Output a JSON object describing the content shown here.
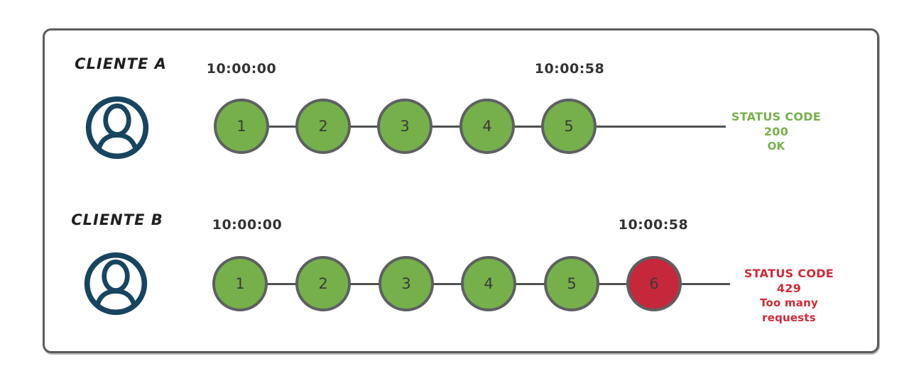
{
  "colors": {
    "green": "#76b04a",
    "red": "#c5283a",
    "line": "#4e5153",
    "node_border": "#5d6062",
    "navy": "#17455f",
    "timestamp": "#333333"
  },
  "clients": [
    {
      "label": "CLIENTE A",
      "start_time": "10:00:00",
      "end_time": "10:00:58",
      "requests": [
        {
          "n": "1",
          "color": "#76b04a"
        },
        {
          "n": "2",
          "color": "#76b04a"
        },
        {
          "n": "3",
          "color": "#76b04a"
        },
        {
          "n": "4",
          "color": "#76b04a"
        },
        {
          "n": "5",
          "color": "#76b04a"
        }
      ],
      "status": [
        "STATUS CODE 200",
        "OK"
      ],
      "status_color": "#76b04a"
    },
    {
      "label": "CLIENTE B",
      "start_time": "10:00:00",
      "end_time": "10:00:58",
      "requests": [
        {
          "n": "1",
          "color": "#76b04a"
        },
        {
          "n": "2",
          "color": "#76b04a"
        },
        {
          "n": "3",
          "color": "#76b04a"
        },
        {
          "n": "4",
          "color": "#76b04a"
        },
        {
          "n": "5",
          "color": "#76b04a"
        },
        {
          "n": "6",
          "color": "#c5283a"
        }
      ],
      "status": [
        "STATUS CODE 429",
        "Too many requests"
      ],
      "status_color": "#d02937"
    }
  ]
}
